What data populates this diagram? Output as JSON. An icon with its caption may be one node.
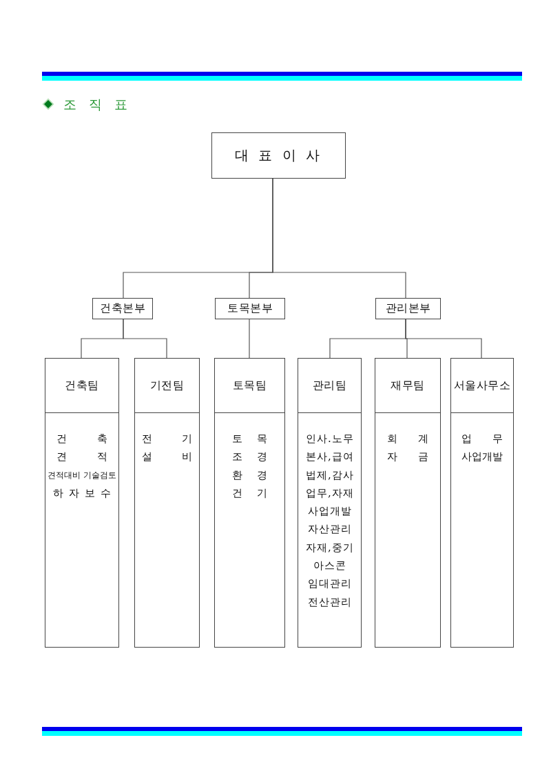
{
  "diagram": {
    "title": "조 직 표",
    "nodes": [
      {
        "text": [
          "대 표 이 사"
        ]
      },
      {
        "text": [
          "건축본부"
        ]
      },
      {
        "text": [
          "토목본부"
        ]
      },
      {
        "text": [
          "관리본부"
        ]
      },
      {
        "text": [
          "건축팀",
          "건 축",
          "견 적",
          "견적대비 기술검토",
          "하 자 보 수"
        ]
      },
      {
        "text": [
          "기전팀",
          "전 기",
          "설 비"
        ]
      },
      {
        "text": [
          "토목팀",
          "토 목",
          "조 경",
          "환 경",
          "건 기"
        ]
      },
      {
        "text": [
          "관리팀",
          "인사.노무",
          "본사,급여",
          "법제,감사",
          "업무,자재",
          "사업개발",
          "자산관리",
          "자재,중기",
          "아스콘",
          "임대관리",
          "전산관리"
        ]
      },
      {
        "text": [
          "재무팀",
          "회 계",
          "자 금"
        ]
      },
      {
        "text": [
          "서울사무소",
          "업 무",
          "사업개발"
        ]
      }
    ],
    "edges": [
      {
        "from": 0,
        "to": 1,
        "arrow": "none"
      },
      {
        "from": 0,
        "to": 2,
        "arrow": "none"
      },
      {
        "from": 0,
        "to": 3,
        "arrow": "none"
      },
      {
        "from": 1,
        "to": 4,
        "arrow": "none"
      },
      {
        "from": 1,
        "to": 5,
        "arrow": "none"
      },
      {
        "from": 2,
        "to": 6,
        "arrow": "none"
      },
      {
        "from": 3,
        "to": 7,
        "arrow": "none"
      },
      {
        "from": 3,
        "to": 8,
        "arrow": "none"
      },
      {
        "from": 3,
        "to": 9,
        "arrow": "none"
      }
    ]
  }
}
